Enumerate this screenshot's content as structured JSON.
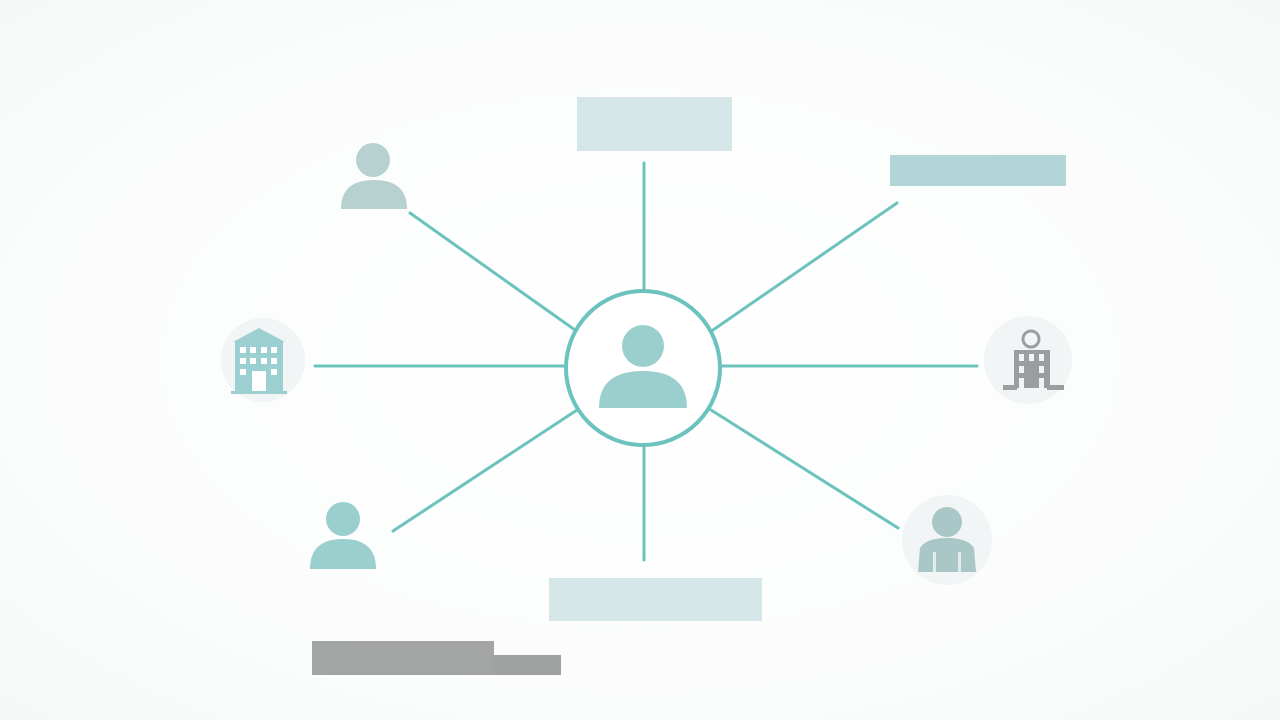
{
  "diagram": {
    "type": "hub-and-spoke network",
    "colors": {
      "connector": "#6cc2bd",
      "hub_ring": "#6cc2bd",
      "person_teal": "#9bcfce",
      "person_gray_teal": "#b7d0d0",
      "building_teal": "#9ccfcf",
      "building_gray": "#9a9e9e",
      "placeholder_light": "#d4e6e7",
      "placeholder_mid": "#b3d5d7",
      "placeholder_gray": "#a3a4a4",
      "node_halo": "#f2f5f5"
    },
    "hub": {
      "icon": "person-icon"
    },
    "nodes": [
      {
        "name": "person-top-left",
        "icon": "person-icon"
      },
      {
        "name": "building-left",
        "icon": "building-icon"
      },
      {
        "name": "person-bottom-left",
        "icon": "person-icon"
      },
      {
        "name": "label-top",
        "icon": "text-placeholder"
      },
      {
        "name": "label-top-right",
        "icon": "text-placeholder"
      },
      {
        "name": "building-right",
        "icon": "building-icon"
      },
      {
        "name": "person-bottom-right",
        "icon": "person-icon"
      },
      {
        "name": "label-bottom",
        "icon": "text-placeholder"
      }
    ],
    "legend_bar": {
      "icon": "text-placeholder"
    }
  }
}
